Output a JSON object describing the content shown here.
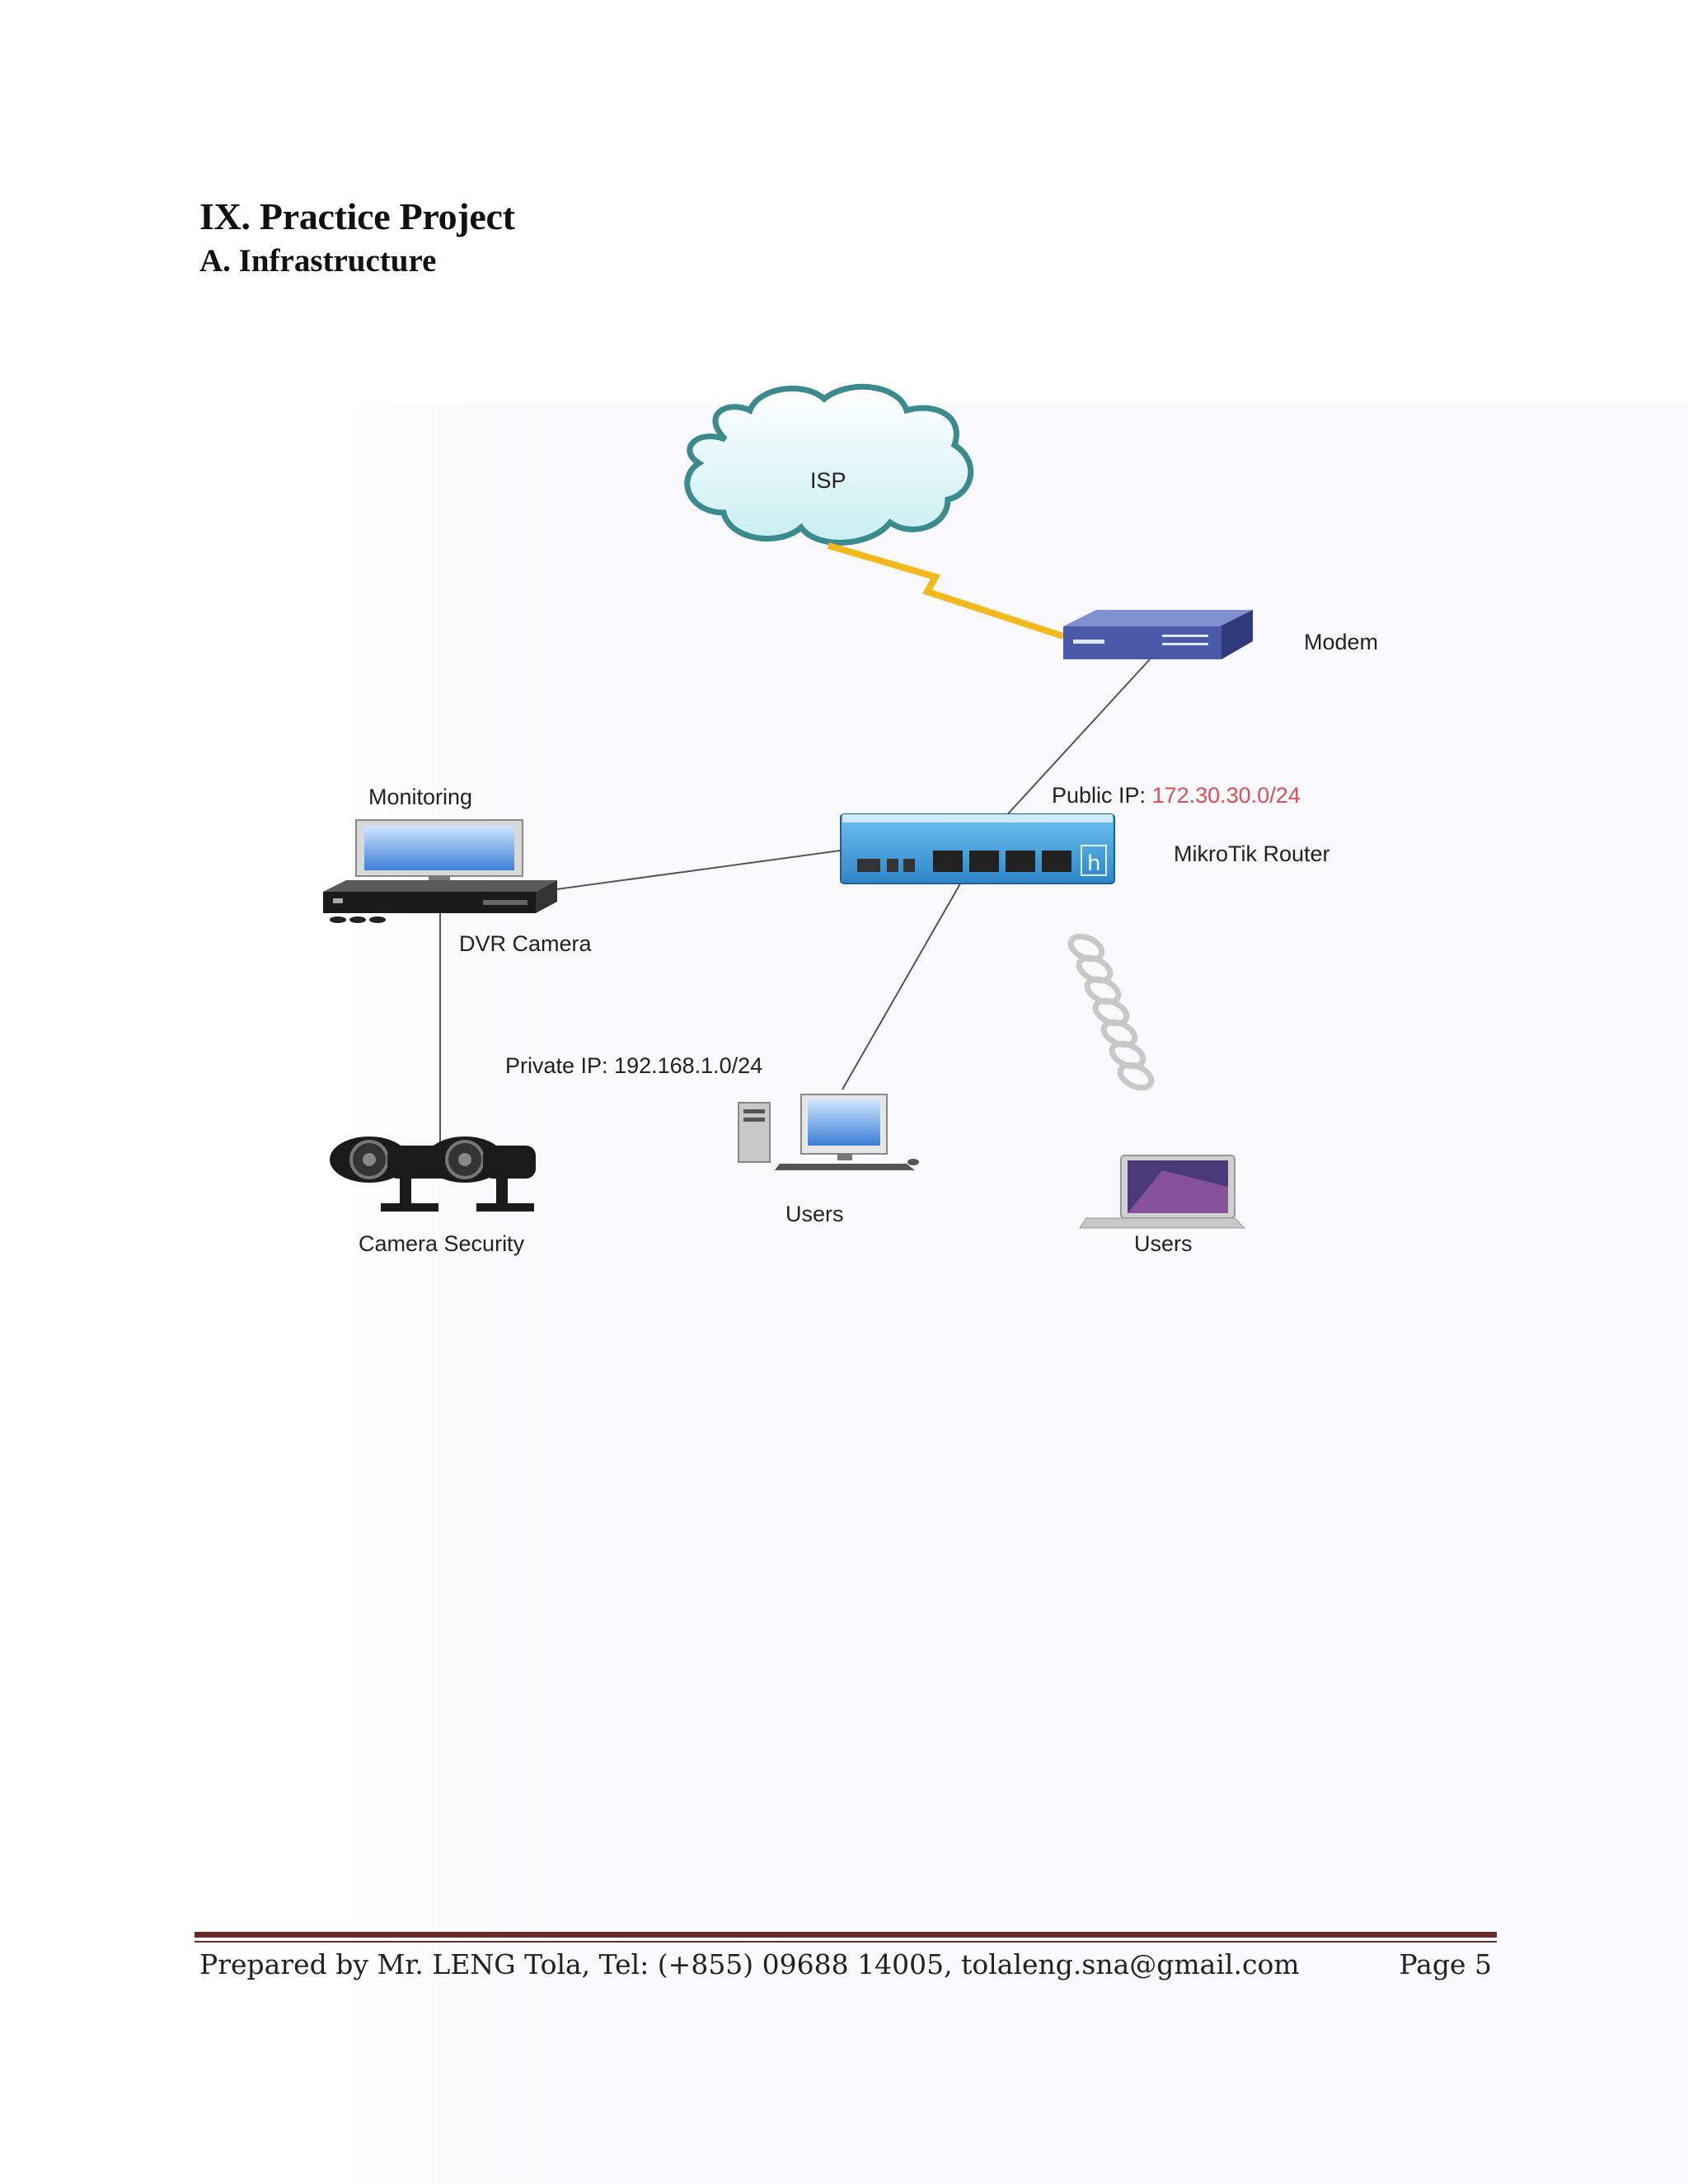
{
  "document": {
    "heading": "IX. Practice Project",
    "subheading": "A. Infrastructure"
  },
  "diagram": {
    "isp_label": "ISP",
    "modem_label": "Modem",
    "public_ip_prefix": "Public IP: ",
    "public_ip_value": "172.30.30.0/24",
    "router_label": "MikroTik Router",
    "monitoring_label": "Monitoring",
    "dvr_label": "DVR Camera",
    "private_ip_label": "Private IP: 192.168.1.0/24",
    "camera_label": "Camera Security",
    "users_desktop_label": "Users",
    "users_laptop_label": "Users"
  },
  "footer": {
    "text": "Prepared by Mr. LENG Tola, Tel: (+855) 09688 14005, tolaleng.sna@gmail.com",
    "page": "Page 5"
  },
  "colors": {
    "footer_rule": "#6a2a2a",
    "public_ip": "#d8505a",
    "modem": "#4a5aa8",
    "router": "#3a8fd0"
  }
}
